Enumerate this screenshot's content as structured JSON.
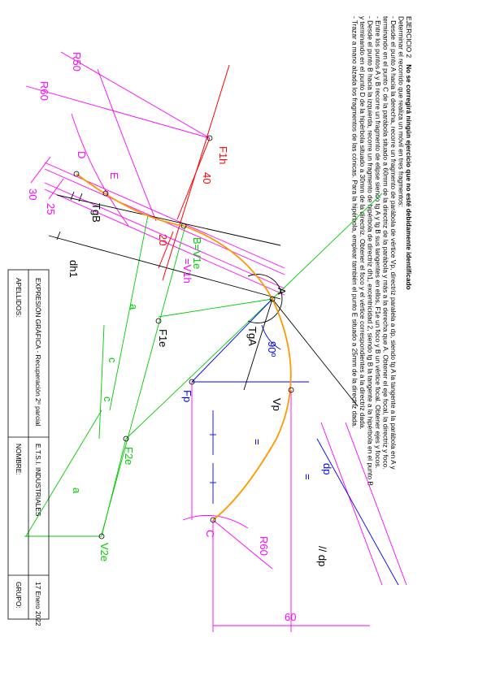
{
  "header": {
    "exercise": "EJERCICIO 2",
    "warning": "No se corregirá ningún ejercicio que no esté debidamente identificado",
    "lines": [
      "Determinar el recorrido que realiza un móvil en tres fragmentos:",
      "- Desde el punto A hacia la derecha, recorre un fragmento de parábola de vértice Vp, directriz paralela a dp, siendo tg A la tangente a la parábola en A y",
      "terminando en el punto C de la parábola situado a 60mm de la directriz de la parábola y más a la derecha que A. Obtener el eje focal, la directriz y foco.",
      "- Entre los puntos A y B recorre un fragmento de elipse siendo tg A y tg B sus tangentes en ellos, F1e un foco y B un vértice focal. Obtener ejes y focos.",
      "- Desde el punto B hacia la izquierda, recorre un fragmento de hipérbola de directriz dh1, excentricidad 2, siendo tg B la tangente a la hipérbola en el punto B",
      "y terminando en el punto D de la hipérbola situado a 30mm de la directriz. Obtener el foco y el vértice correspondientes a la directriz dada.",
      "- Trazar a mano alzada los fragmentos de las cónicas. Para la hipérbola, emplear también el punto E situado a 25mm de la directriz dada."
    ]
  },
  "labels": {
    "R50": "R50",
    "R60_top": "R60",
    "R60_bottom": "R60",
    "F1h": "F1h",
    "dim40": "40",
    "dim20": "20",
    "dim30": "30",
    "dim25": "25",
    "dim60": "60",
    "D": "D",
    "E": "E",
    "TgB": "TgB",
    "dh1": "dh1",
    "B_V1e": "B=V1e",
    "B_V1h": "=V1h",
    "A": "A",
    "TgA": "TgA",
    "angle": "90º",
    "Vp": "Vp",
    "Fp": "Fp",
    "F1e": "F1e",
    "F2e": "F2e",
    "V2e": "V2e",
    "C": "C",
    "dp": "dp",
    "par_dp": "// dp",
    "a1": "a",
    "a2": "a",
    "c1": "c",
    "c2": "c",
    "eq1": "=",
    "eq2": "="
  },
  "title_block": {
    "course": "EXPRESIÓN GRÁFICA - Recuperación 2º parcial",
    "school": "E.T.S.I. INDUSTRIALES",
    "date": "17 Enero 2022",
    "surname_label": "APELLIDOS:",
    "name_label": "NOMBRE:",
    "group_label": "GRUPO:"
  },
  "colors": {
    "magenta": "#ff00ff",
    "red": "#ff0000",
    "green": "#00cc00",
    "blue": "#0000ff",
    "orange": "#ff9900",
    "black": "#000000"
  }
}
